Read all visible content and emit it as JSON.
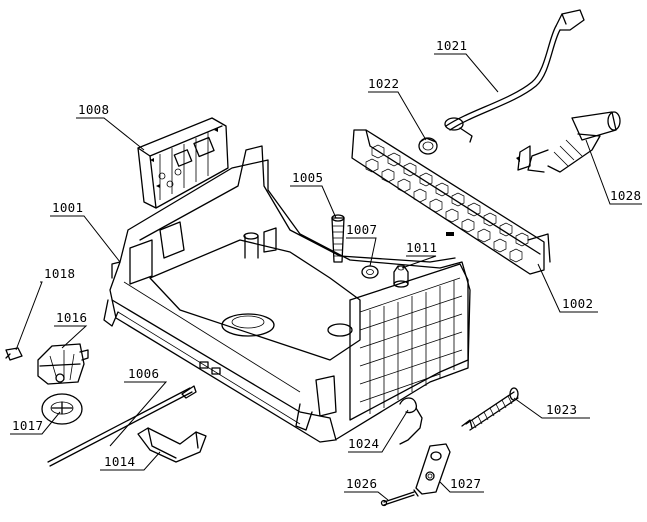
{
  "labels": {
    "p1001": "1001",
    "p1002": "1002",
    "p1005": "1005",
    "p1006": "1006",
    "p1007": "1007",
    "p1008": "1008",
    "p1011": "1011",
    "p1014": "1014",
    "p1016": "1016",
    "p1017": "1017",
    "p1018": "1018",
    "p1021": "1021",
    "p1022": "1022",
    "p1023": "1023",
    "p1024": "1024",
    "p1026": "1026",
    "p1027": "1027",
    "p1028": "1028"
  }
}
